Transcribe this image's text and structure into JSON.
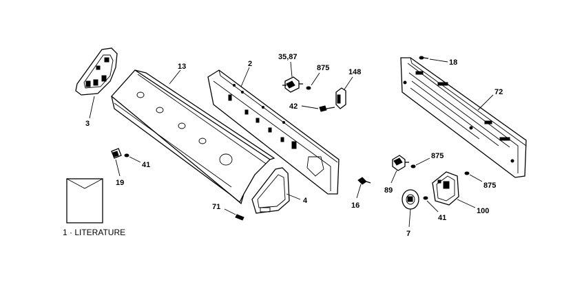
{
  "diagram": {
    "labels": {
      "p35_87": "35,87",
      "p875a": "875",
      "p148": "148",
      "p42": "42",
      "p13": "13",
      "p2": "2",
      "p3": "3",
      "p41a": "41",
      "p19": "19",
      "p71": "71",
      "p4": "4",
      "p16": "16",
      "p18": "18",
      "p72": "72",
      "p875b": "875",
      "p89": "89",
      "p875c": "875",
      "p41b": "41",
      "p100": "100",
      "p7": "7"
    },
    "literature_label": "1 · LITERATURE"
  }
}
